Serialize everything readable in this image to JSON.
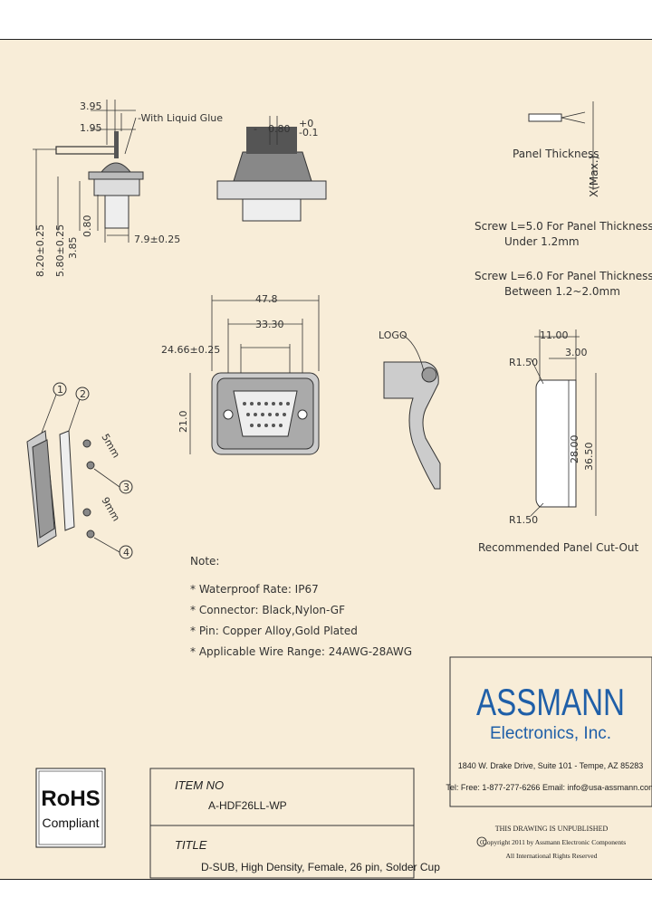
{
  "dims": {
    "d1": "3.95",
    "d2": "1.95",
    "glue": "With Liquid Glue",
    "pitch": "0.80",
    "pitch_tol_top": "+0",
    "pitch_tol_bot": "-0.1",
    "h1": "8.20±0.25",
    "h2": "5.80±0.25",
    "h3": "3.85",
    "h4": "0.80",
    "w1": "7.9±0.25",
    "w_total": "47.8",
    "w_mid": "33.30",
    "w_inner": "24.66±0.25",
    "h_side": "21.0",
    "logo": "LOGO"
  },
  "panel": {
    "thickness_label": "Panel Thickness",
    "xmax": "X(Max.)",
    "screw1_a": "Screw L=5.0 For Panel Thickness",
    "screw1_b": "Under 1.2mm",
    "screw2_a": "Screw L=6.0 For Panel Thickness",
    "screw2_b": "Between 1.2~2.0mm"
  },
  "cutout": {
    "w1": "11.00",
    "w2": "3.00",
    "r_top": "R1.50",
    "r_bot": "R1.50",
    "h1": "28.00",
    "h2": "36.50",
    "caption": "Recommended Panel Cut-Out"
  },
  "callouts": {
    "c1": "1",
    "c2": "2",
    "c3": "3",
    "c4": "4",
    "l5": "5mm",
    "l9": "9mm"
  },
  "notes": {
    "title": "Note:",
    "items": [
      "* Waterproof Rate: IP67",
      "* Connector: Black,Nylon-GF",
      "* Pin: Copper Alloy,Gold Plated",
      "* Applicable Wire Range: 24AWG-28AWG"
    ]
  },
  "company": {
    "name": "ASSMANN",
    "sub": "Electronics, Inc.",
    "address": "1840 W. Drake Drive, Suite 101 - Tempe, AZ 85283",
    "contact": "Tel: Free: 1-877-277-6266   Email: info@usa-assmann.com",
    "legal1": "THIS DRAWING IS UNPUBLISHED",
    "legal2": "Copyright 2011 by Assmann Electronic Components",
    "legal3": "All International Rights Reserved",
    "copyright_mark": "C"
  },
  "rohs": {
    "title": "RoHS",
    "sub": "Compliant"
  },
  "titleblock": {
    "item_label": "ITEM NO",
    "item_value": "A-HDF26LL-WP",
    "title_label": "TITLE",
    "title_value": "D-SUB, High Density, Female, 26 pin, Solder Cup"
  },
  "colors": {
    "sheet": "#f8edd8",
    "brand": "#1f5fa8",
    "line": "#333333"
  }
}
